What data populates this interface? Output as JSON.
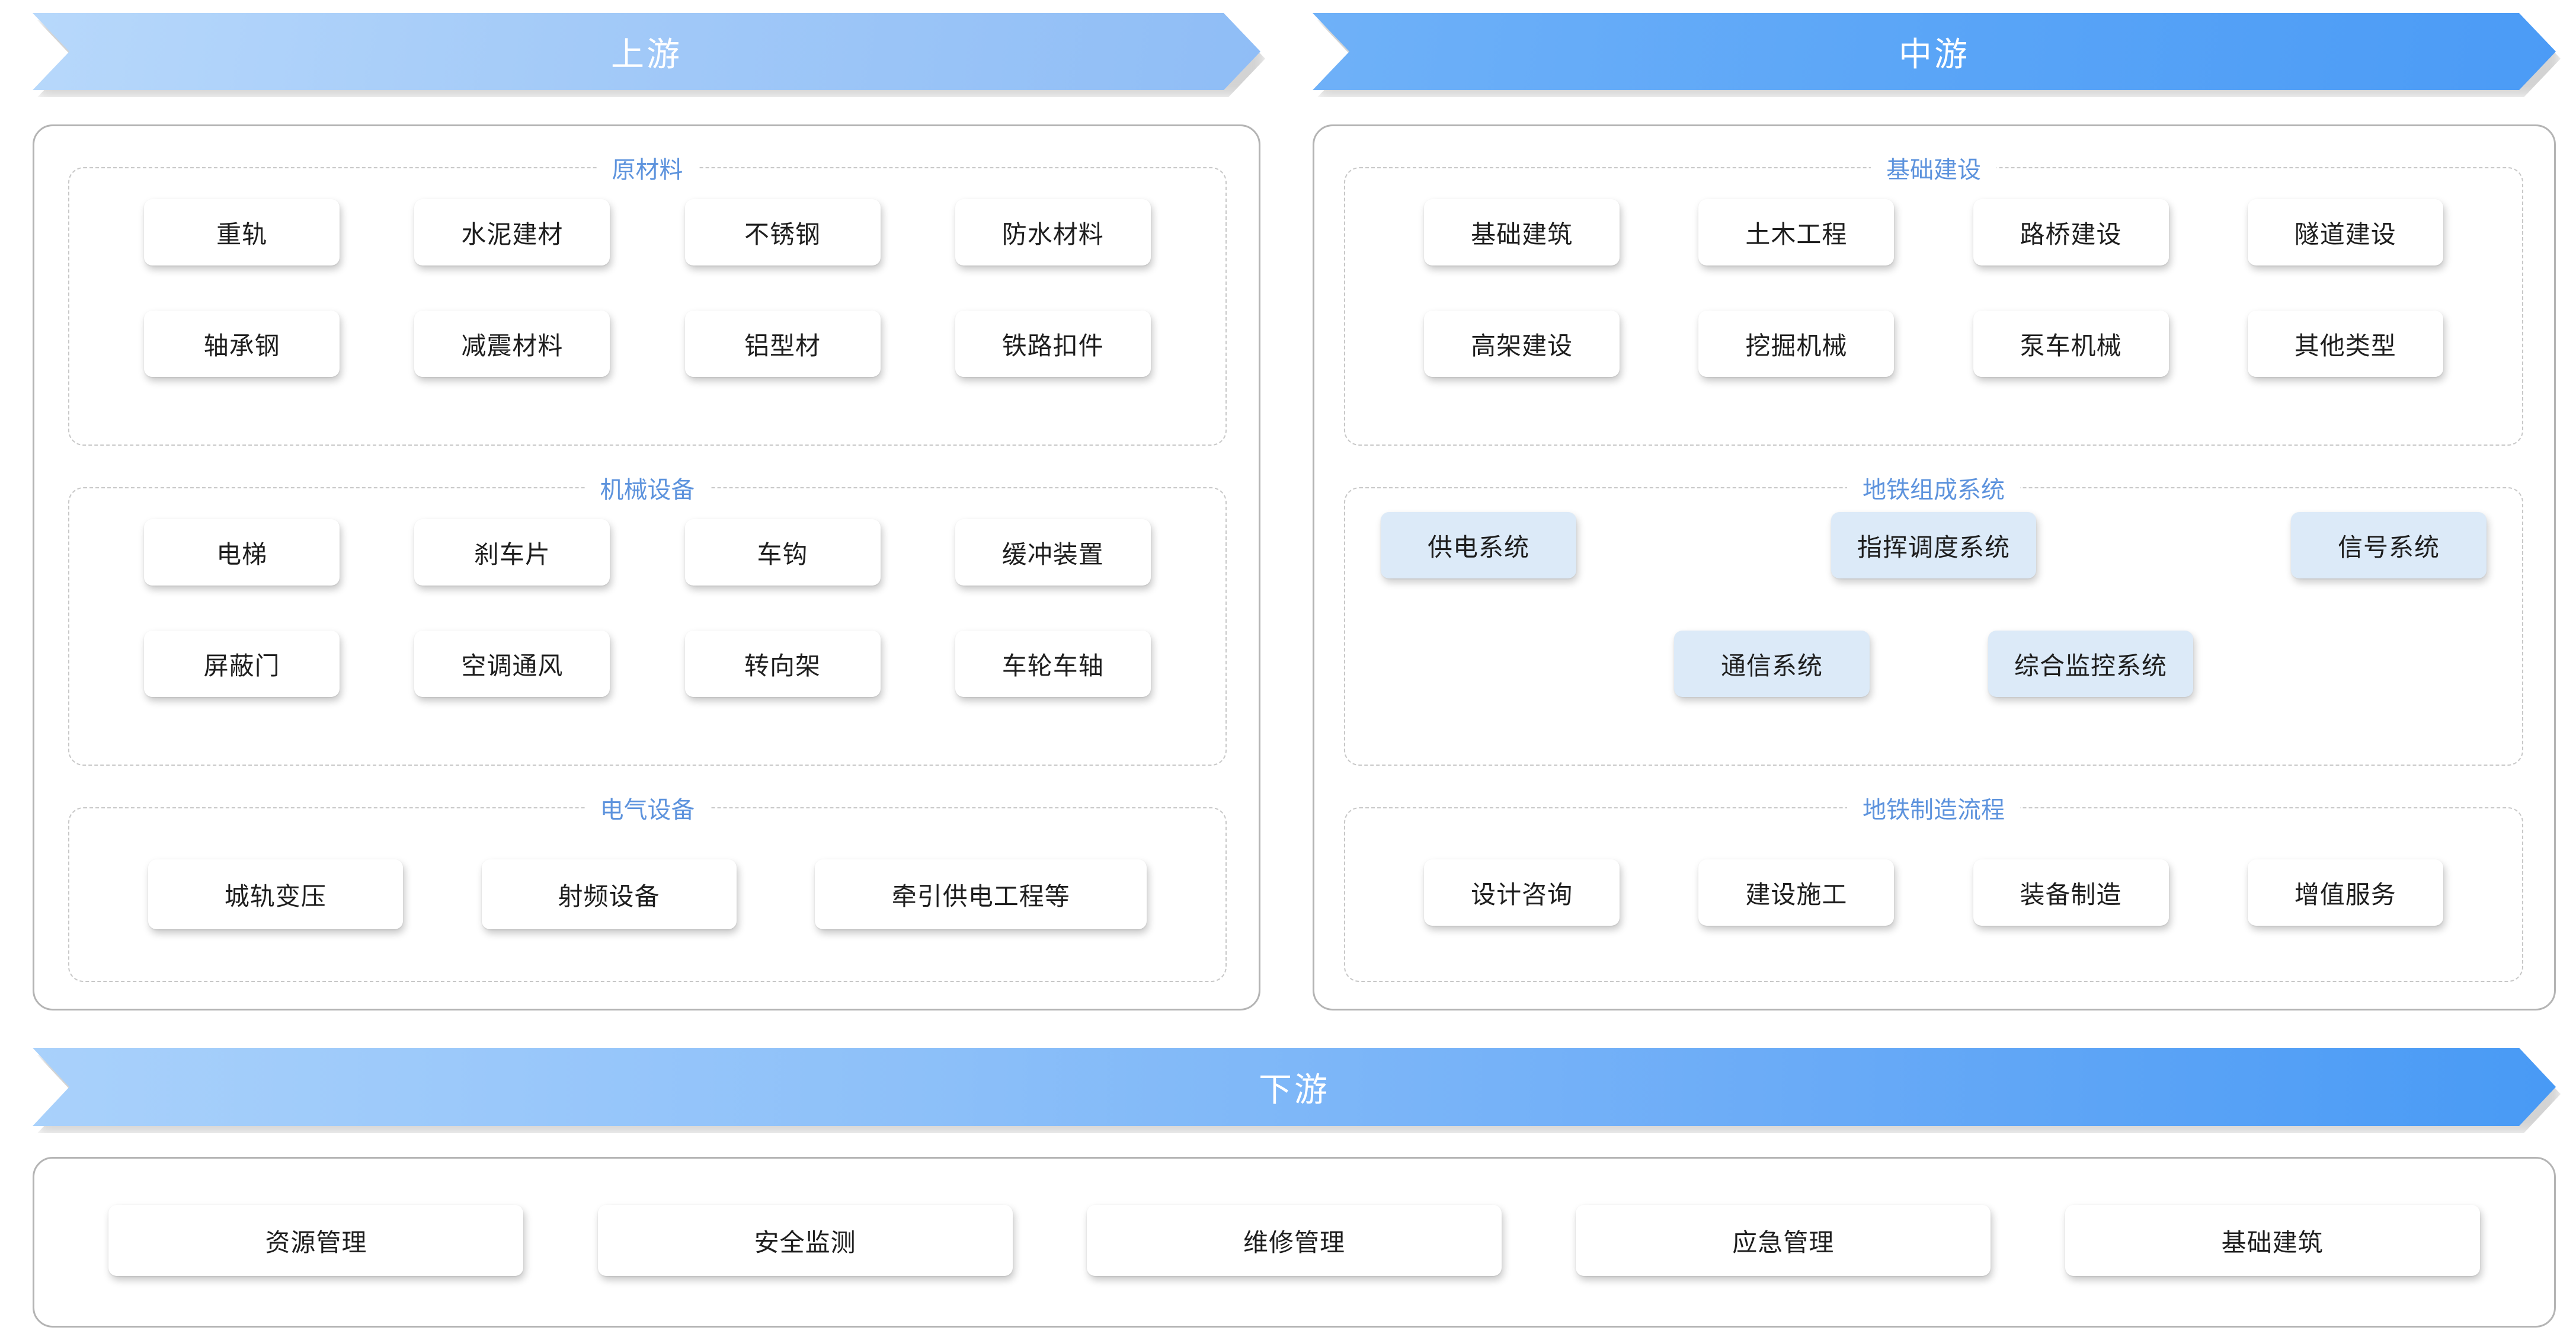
{
  "banners": {
    "upstream": {
      "label": "上游",
      "color": "#a3caf8"
    },
    "midstream": {
      "label": "中游",
      "color": "#5aa5f7"
    },
    "downstream": {
      "label": "下游",
      "color": "#6aabf7"
    }
  },
  "legend_color": "#5d93dd",
  "card_blue": "#dceaf8",
  "upstream": {
    "groups": [
      {
        "title": "原材料",
        "rows": [
          [
            "重轨",
            "水泥建材",
            "不锈钢",
            "防水材料"
          ],
          [
            "轴承钢",
            "减震材料",
            "铝型材",
            "铁路扣件"
          ]
        ]
      },
      {
        "title": "机械设备",
        "rows": [
          [
            "电梯",
            "刹车片",
            "车钩",
            "缓冲装置"
          ],
          [
            "屏蔽门",
            "空调通风",
            "转向架",
            "车轮车轴"
          ]
        ]
      },
      {
        "title": "电气设备",
        "rows": [
          [
            "城轨变压",
            "射频设备",
            "牵引供电工程等"
          ]
        ]
      }
    ]
  },
  "midstream": {
    "groups": [
      {
        "title": "基础建设",
        "rows": [
          [
            "基础建筑",
            "土木工程",
            "路桥建设",
            "隧道建设"
          ],
          [
            "高架建设",
            "挖掘机械",
            "泵车机械",
            "其他类型"
          ]
        ]
      },
      {
        "title": "地铁组成系统",
        "rows": [
          [
            "供电系统",
            "指挥调度系统",
            "信号系统"
          ],
          [
            "通信系统",
            "综合监控系统"
          ]
        ]
      },
      {
        "title": "地铁制造流程",
        "rows": [
          [
            "设计咨询",
            "建设施工",
            "装备制造",
            "增值服务"
          ]
        ]
      }
    ]
  },
  "downstream": {
    "items": [
      "资源管理",
      "安全监测",
      "维修管理",
      "应急管理",
      "基础建筑"
    ]
  }
}
